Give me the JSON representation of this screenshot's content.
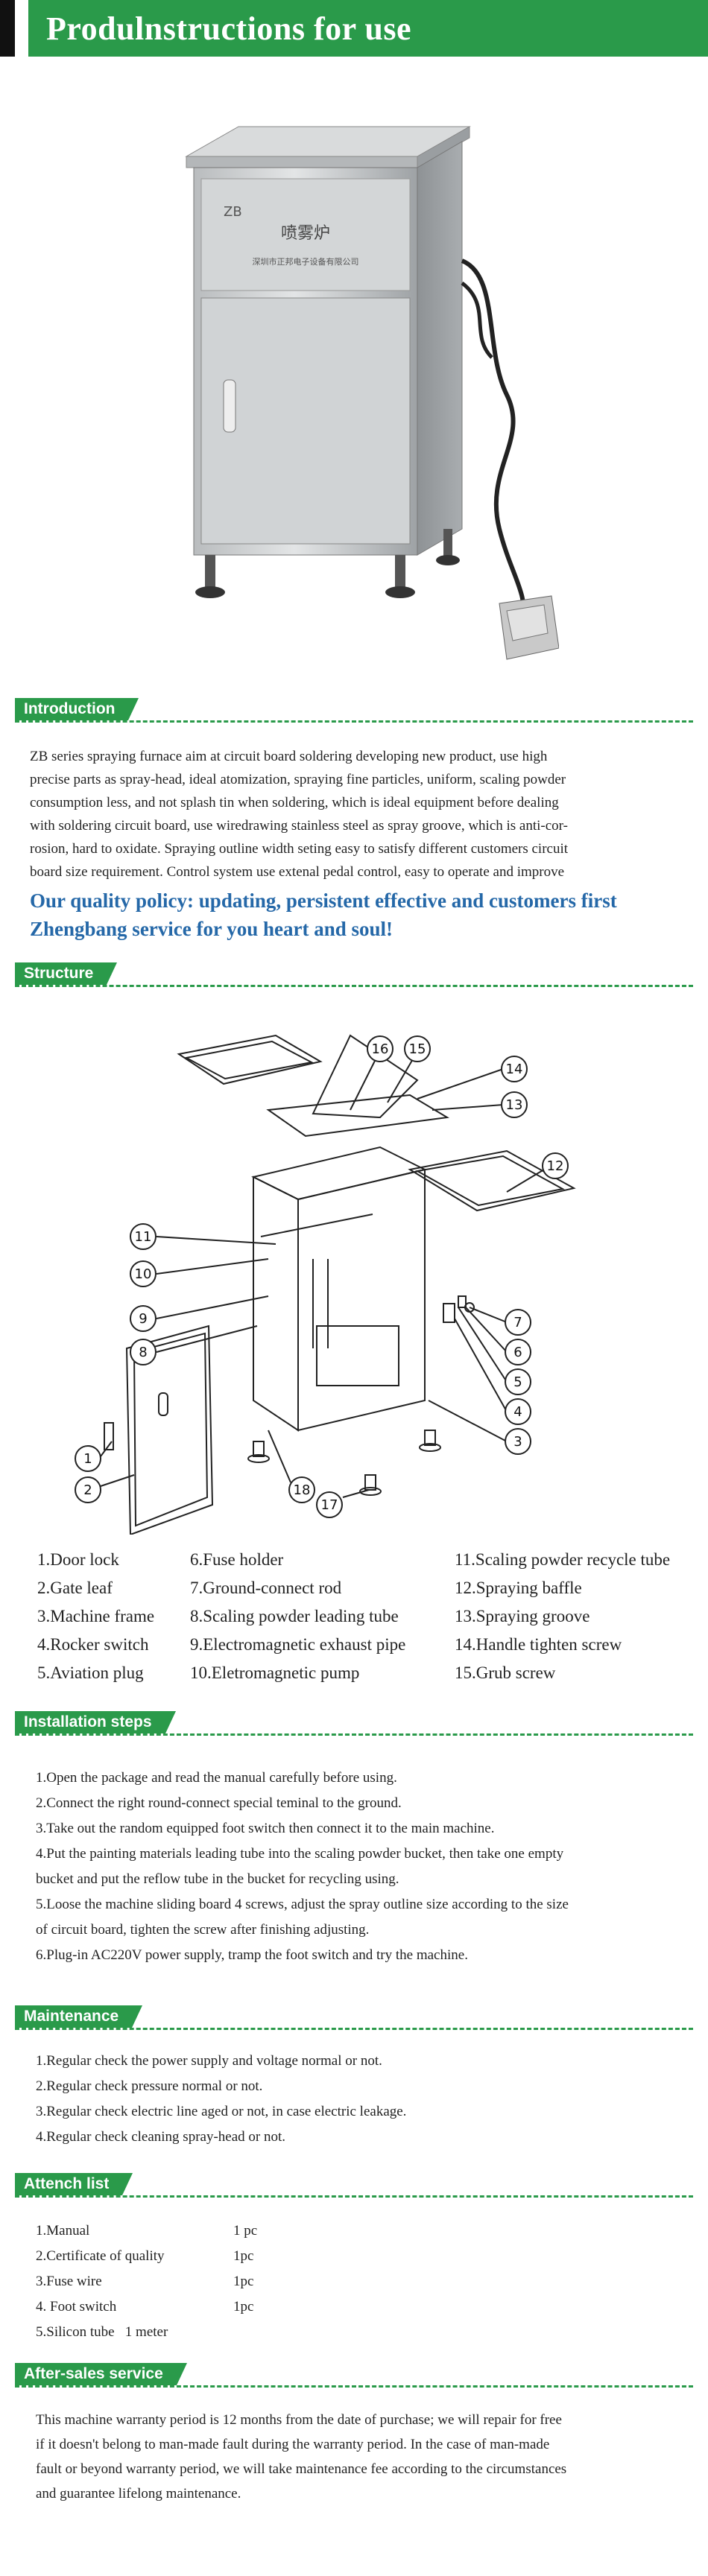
{
  "banner": {
    "title": "Produlnstructions for use"
  },
  "hero": {
    "panel_text": "喷雾炉",
    "panel_subtext": "深圳市正邦电子设备有限公司"
  },
  "introduction": {
    "heading": "Introduction",
    "lines": [
      "ZB series spraying furnace aim at circuit board soldering developing new product, use high",
      "precise parts as spray-head, ideal atomization, spraying fine particles, uniform, scaling powder",
      "consumption less, and not splash tin when soldering, which is ideal equipment before dealing",
      "with soldering circuit board, use wiredrawing stainless steel as spray groove, which is anti-cor-",
      "rosion, hard to oxidate. Spraying outline width seting easy to satisfy different customers circuit",
      "board size requirement. Control system use extenal pedal control, easy to operate and improve"
    ],
    "policy_line1": "Our quality policy: updating, persistent effective and customers first",
    "policy_line2": "Zhengbang service for you heart and soul!"
  },
  "structure": {
    "heading": "Structure",
    "callouts": [
      "1",
      "2",
      "3",
      "4",
      "5",
      "6",
      "7",
      "8",
      "9",
      "10",
      "11",
      "12",
      "13",
      "14",
      "15",
      "16",
      "17",
      "18"
    ],
    "parts": [
      [
        "1.Door lock",
        "6.Fuse holder",
        "11.Scaling powder recycle tube"
      ],
      [
        "2.Gate leaf",
        "7.Ground-connect rod",
        "12.Spraying baffle"
      ],
      [
        "3.Machine frame",
        "8.Scaling powder leading tube",
        "13.Spraying groove"
      ],
      [
        "4.Rocker switch",
        "9.Electromagnetic exhaust pipe",
        "14.Handle tighten screw"
      ],
      [
        "5.Aviation plug",
        "10.Eletromagnetic pump",
        "15.Grub screw"
      ]
    ]
  },
  "installation": {
    "heading": "Installation steps",
    "lines": [
      "1.Open the package and read the manual carefully before using.",
      "2.Connect the right round-connect special teminal to the ground.",
      "3.Take out the random equipped foot switch then connect it to the main machine.",
      "4.Put the painting materials leading tube into the scaling powder bucket, then take one empty",
      "bucket and put the reflow tube in the bucket for recycling using.",
      "5.Loose the machine sliding board 4 screws, adjust the spray outline size according to the size",
      "of circuit board, tighten the screw after finishing adjusting.",
      "6.Plug-in AC220V power supply, tramp the foot switch and try the machine."
    ]
  },
  "maintenance": {
    "heading": "Maintenance",
    "lines": [
      "1.Regular check the power supply and voltage normal or not.",
      "2.Regular check pressure normal or not.",
      "3.Regular check electric line aged or not, in case electric leakage.",
      "4.Regular check cleaning spray-head or not."
    ]
  },
  "attach": {
    "heading": "Attench list",
    "rows": [
      [
        "1.Manual",
        "1 pc"
      ],
      [
        "2.Certificate of quality",
        "1pc"
      ],
      [
        "3.Fuse wire",
        "1pc"
      ],
      [
        "4. Foot switch",
        "1pc"
      ],
      [
        "5.Silicon tube   1 meter",
        ""
      ]
    ]
  },
  "aftersales": {
    "heading": "After-sales service",
    "lines": [
      "This machine warranty period is 12 months from the date of purchase; we will repair for free",
      "if it doesn't belong to man-made fault during the warranty period. In the case of man-made",
      "fault or beyond warranty period, we will take maintenance fee according to the circumstances",
      "and guarantee lifelong maintenance."
    ]
  },
  "colors": {
    "accent_green": "#2a9a4a",
    "policy_blue": "#2568a8"
  }
}
